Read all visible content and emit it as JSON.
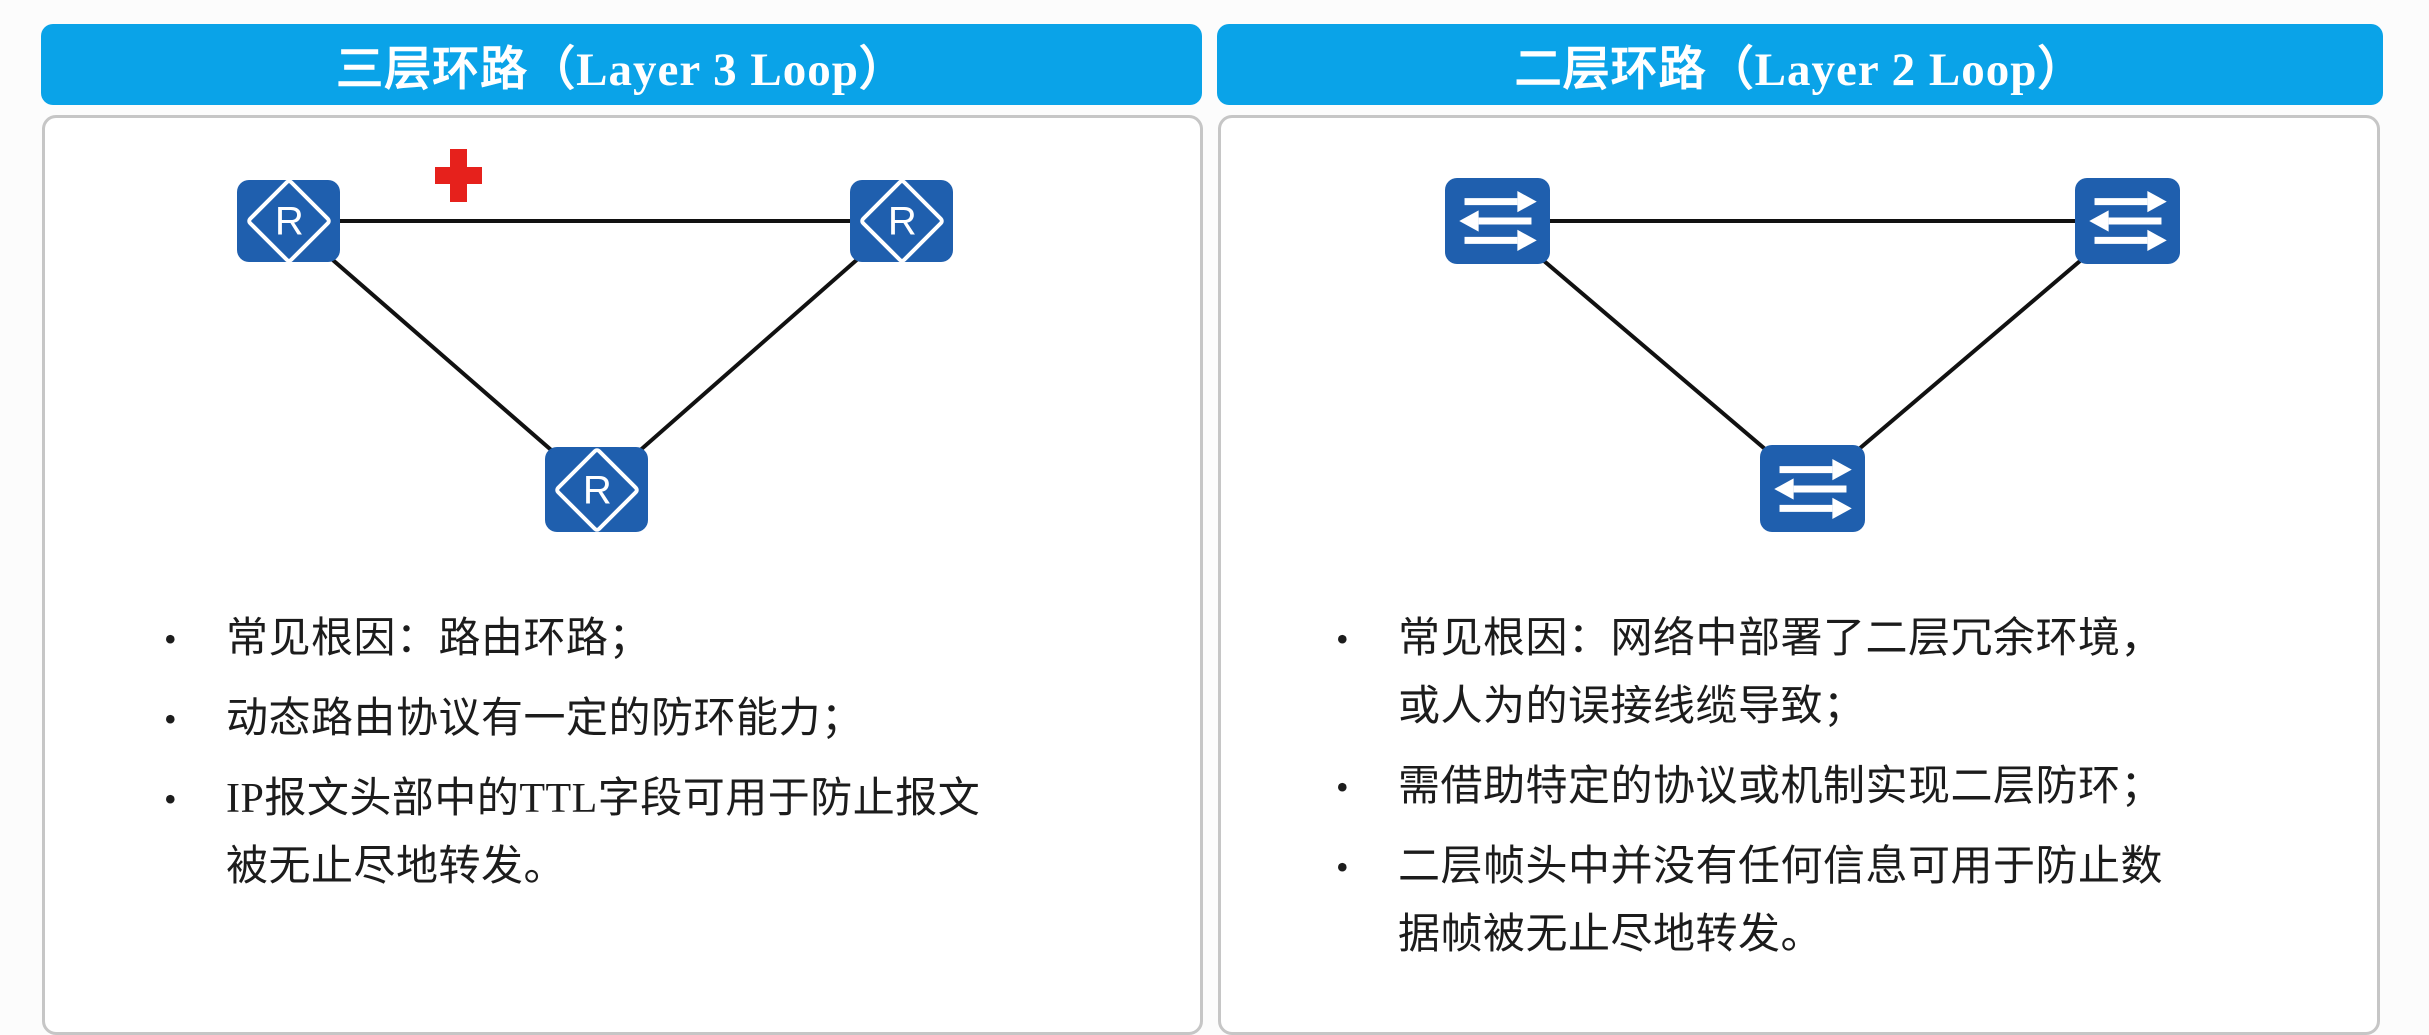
{
  "colors": {
    "titlebar_bg": "#0aa3e8",
    "titlebar_text": "#ffffff",
    "node_blue": "#1f5fae",
    "cross_red": "#e6211c",
    "link_line": "#111111",
    "card_border": "#c6c6c6",
    "body_text": "#1c1c1c"
  },
  "glyphs": {
    "bullet": "•"
  },
  "panels": [
    {
      "title": "三层环路（Layer 3 Loop）",
      "node_label": "R",
      "bullets": [
        [
          "常见根因：路由环路；"
        ],
        [
          "动态路由协议有一定的防环能力；"
        ],
        [
          "IP报文头部中的TTL字段可用于防止报文",
          "被无止尽地转发。"
        ]
      ]
    },
    {
      "title": "二层环路（Layer 2 Loop）",
      "bullets": [
        [
          "常见根因：网络中部署了二层冗余环境，",
          "或人为的误接线缆导致；"
        ],
        [
          "需借助特定的协议或机制实现二层防环；"
        ],
        [
          "二层帧头中并没有任何信息可用于防止数",
          "据帧被无止尽地转发。"
        ]
      ]
    }
  ]
}
